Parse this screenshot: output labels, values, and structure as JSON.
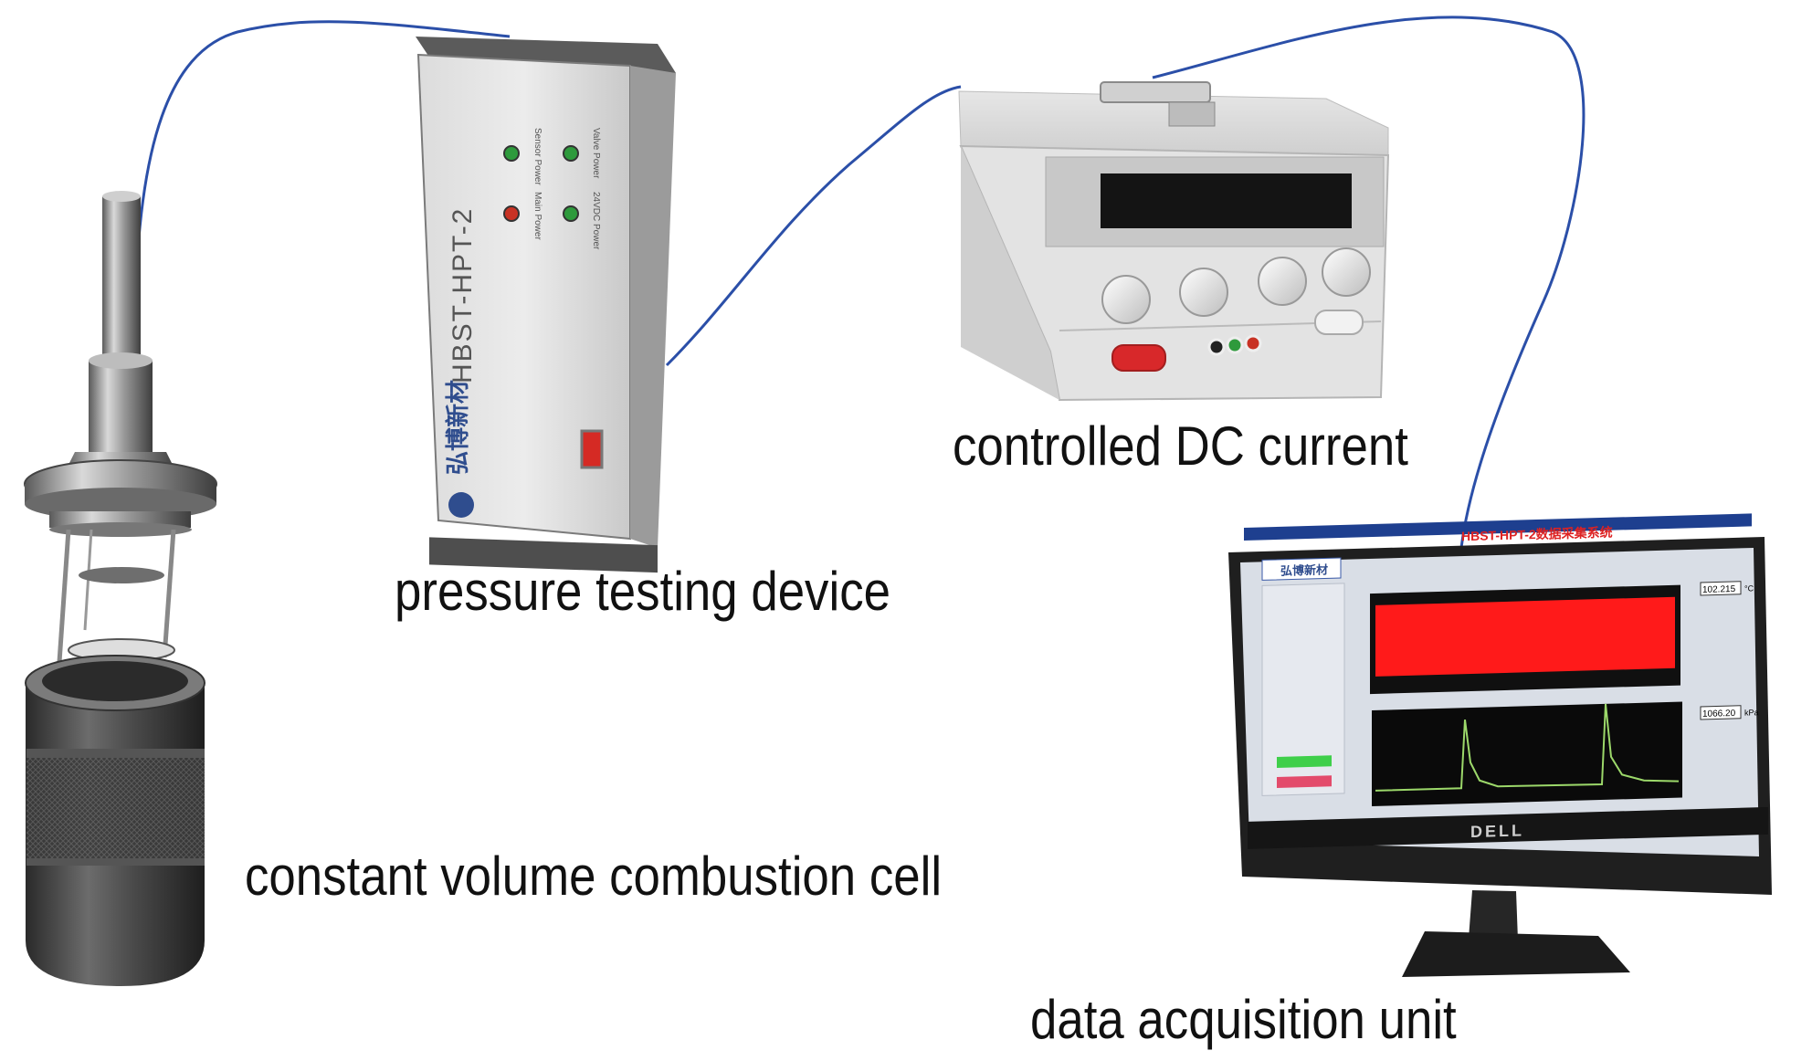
{
  "captions": {
    "combustion_cell": "constant volume combustion cell",
    "pressure_device": "pressure testing device",
    "dc_supply": "controlled DC current",
    "data_acquisition": "data acquisition unit"
  },
  "pressure_device": {
    "model": "HBST-HPT-2",
    "brand": "弘博新材",
    "led_labels": [
      "Sensor Power",
      "Valve Power",
      "Main Power",
      "24VDC Power"
    ],
    "led_colors": [
      "#2e9a3c",
      "#2e9a3c",
      "#c83224",
      "#2e9a3c"
    ]
  },
  "monitor": {
    "brand": "DELL",
    "app_title": "HBST-HPT-2数据采集系统",
    "logo_text": "弘博新材",
    "temperature_value": "102.215",
    "temperature_unit": "°C",
    "pressure_value": "1066.20",
    "pressure_unit": "kPa"
  },
  "colors": {
    "cable": "#2b4fa8",
    "signal_band": "#ff1a1a",
    "pressure_trace": "#9cd86a",
    "dc_button": "#d8282a"
  }
}
